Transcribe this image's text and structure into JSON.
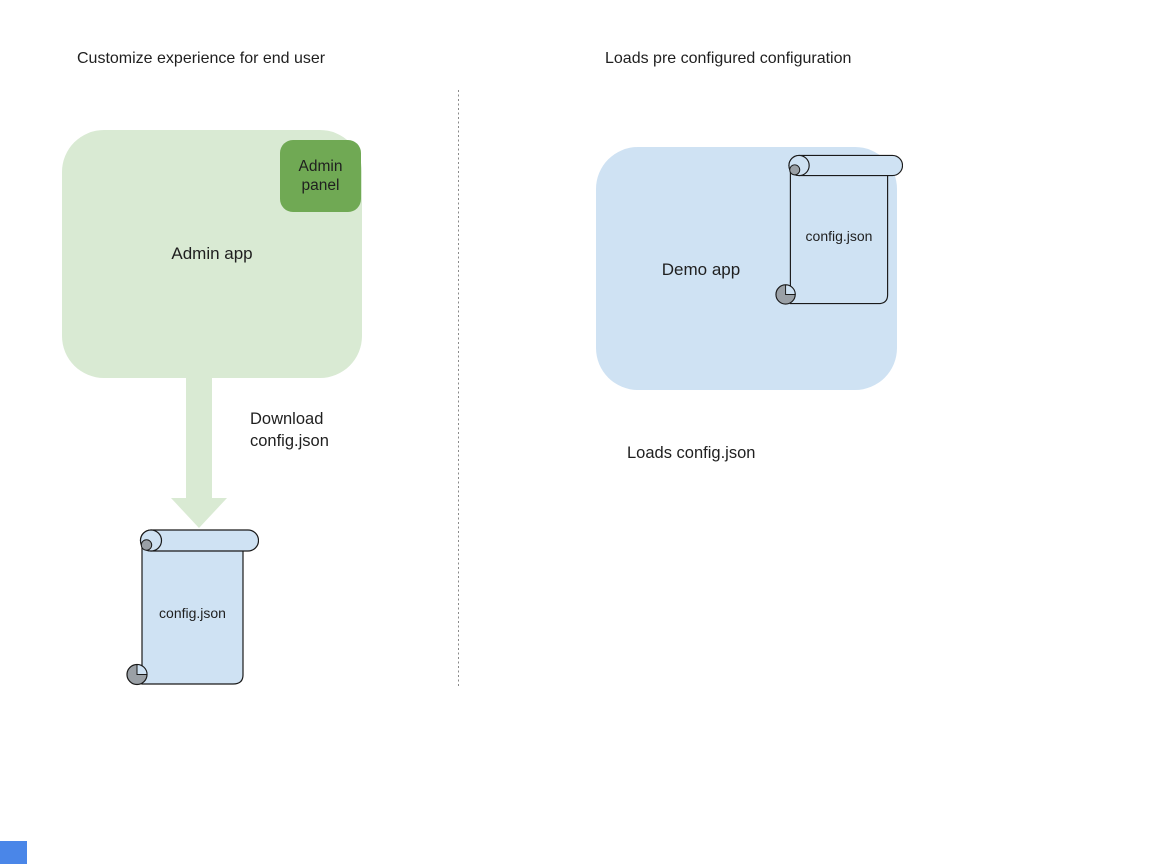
{
  "colors": {
    "light_green": "#d9ead3",
    "green": "#70a954",
    "light_blue": "#cfe2f3",
    "curl_gray": "#9aa0a6",
    "blue_square": "#4a86e8",
    "text": "#1f1f1f",
    "divider_gray": "#8a8a8a"
  },
  "left": {
    "title": "Customize experience for end user",
    "admin_app_label": "Admin app",
    "admin_panel_label": "Admin panel",
    "download_line1": "Download",
    "download_line2": "config.json",
    "config_file_label": "config.json"
  },
  "right": {
    "title": "Loads pre configured configuration",
    "demo_app_label": "Demo app",
    "config_file_label": "config.json",
    "caption": "Loads config.json"
  }
}
